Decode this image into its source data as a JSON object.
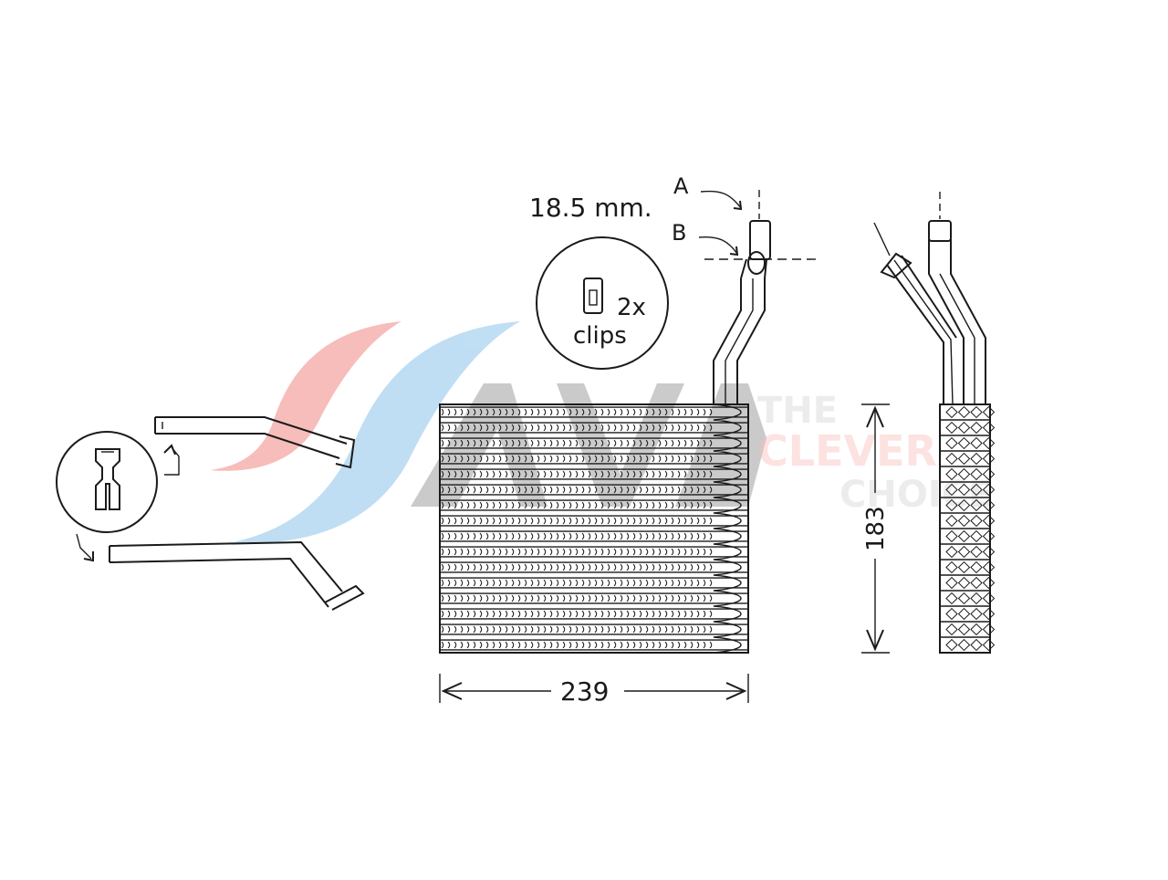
{
  "labels": {
    "pipe_size": "18.5 mm.",
    "point_a": "A",
    "point_b": "B",
    "clips_count": "2x",
    "clips_word": "clips",
    "width_dim": "239",
    "height_dim": "183"
  },
  "watermark": {
    "line1": "THE",
    "line2": "CLEVER",
    "line3": "CHOICE",
    "colors": {
      "red": "#e8453c",
      "blue": "#4aa3df",
      "gray": "#6b6b6b"
    }
  },
  "icons": [
    "clip-icon",
    "clip-detail-icon",
    "curved-arrow-icon",
    "dimension-arrow-icon"
  ]
}
